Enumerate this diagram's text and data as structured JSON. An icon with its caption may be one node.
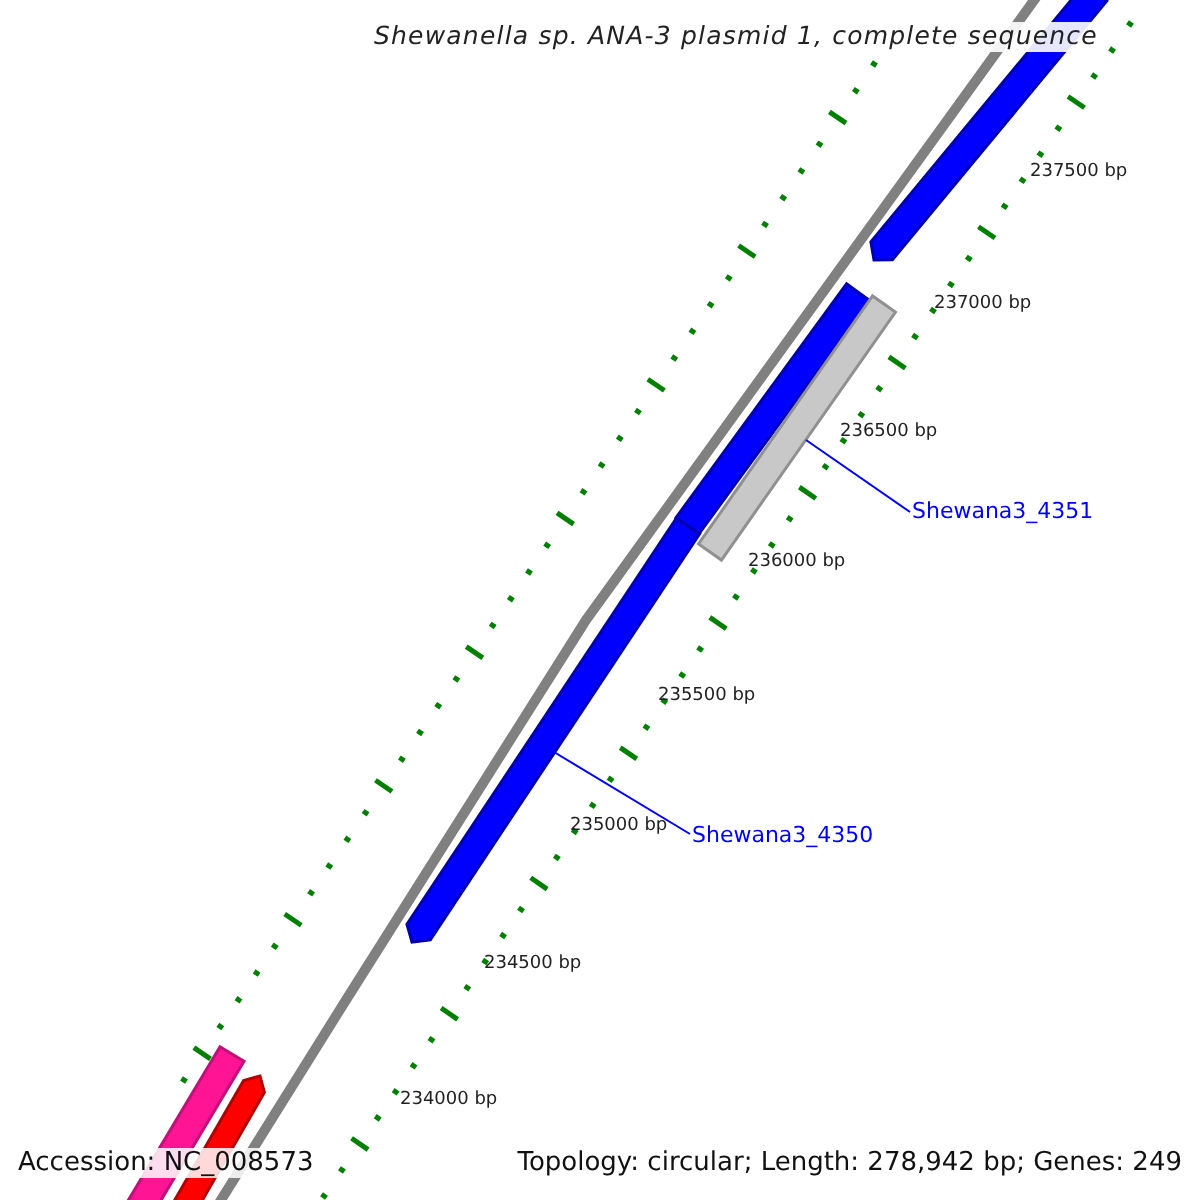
{
  "diagram": {
    "title": "Shewanella sp. ANA-3 plasmid 1, complete sequence",
    "nodes": [
      {
        "text": [
          "Shewana3_4351"
        ]
      },
      {
        "text": [],
        "shape": "bar"
      },
      {
        "text": [
          "Shewana3_4350"
        ]
      },
      {
        "text": [],
        "shape": "bar"
      }
    ],
    "edges": [
      {
        "from": 0,
        "to": 1,
        "arrow": "none"
      },
      {
        "from": 2,
        "to": 3,
        "arrow": "none"
      }
    ],
    "labels": [
      "237500 bp",
      "237000 bp",
      "236500 bp",
      "236000 bp",
      "235500 bp",
      "235000 bp",
      "234500 bp",
      "234000 bp",
      "Accession: NC_008573",
      "Topology: circular; Length: 278,942 bp; Genes: 249"
    ]
  }
}
